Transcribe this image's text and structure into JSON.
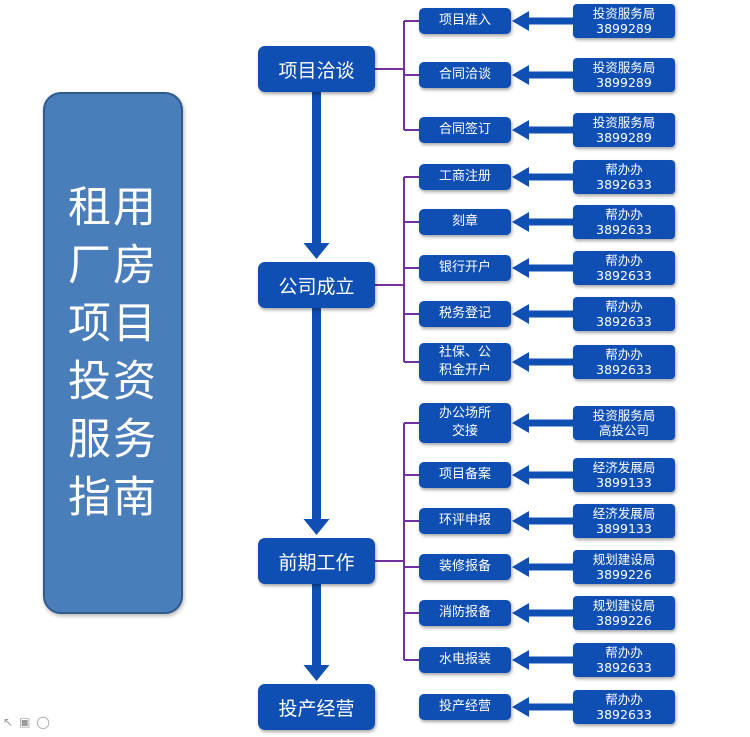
{
  "title": "租用厂房项目投资服务指南",
  "stages": [
    {
      "label": "项目洽谈",
      "steps": [
        {
          "label": "项目准入",
          "office": "投资服务局\n3899289"
        },
        {
          "label": "合同洽谈",
          "office": "投资服务局\n3899289"
        },
        {
          "label": "合同签订",
          "office": "投资服务局\n3899289"
        }
      ]
    },
    {
      "label": "公司成立",
      "steps": [
        {
          "label": "工商注册",
          "office": "帮办办\n3892633"
        },
        {
          "label": "刻章",
          "office": "帮办办\n3892633"
        },
        {
          "label": "银行开户",
          "office": "帮办办\n3892633"
        },
        {
          "label": "税务登记",
          "office": "帮办办\n3892633"
        },
        {
          "label": "社保、公\n积金开户",
          "office": "帮办办\n3892633"
        }
      ]
    },
    {
      "label": "前期工作",
      "steps": [
        {
          "label": "办公场所\n交接",
          "office": "投资服务局\n高投公司"
        },
        {
          "label": "项目备案",
          "office": "经济发展局\n3899133"
        },
        {
          "label": "环评申报",
          "office": "经济发展局\n3899133"
        },
        {
          "label": "装修报备",
          "office": "规划建设局\n3899226"
        },
        {
          "label": "消防报备",
          "office": "规划建设局\n3899226"
        },
        {
          "label": "水电报装",
          "office": "帮办办\n3892633"
        }
      ]
    },
    {
      "label": "投产经营",
      "steps": [
        {
          "label": "投产经营",
          "office": "帮办办\n3892633"
        }
      ]
    }
  ],
  "colors": {
    "box": "#0f4fb4",
    "title_box": "#4a7ebb",
    "bracket": "#7030a0",
    "arrow": "#0f4fb4"
  },
  "icons": [
    "cursor-icon",
    "camera-icon",
    "recorder-icon"
  ]
}
